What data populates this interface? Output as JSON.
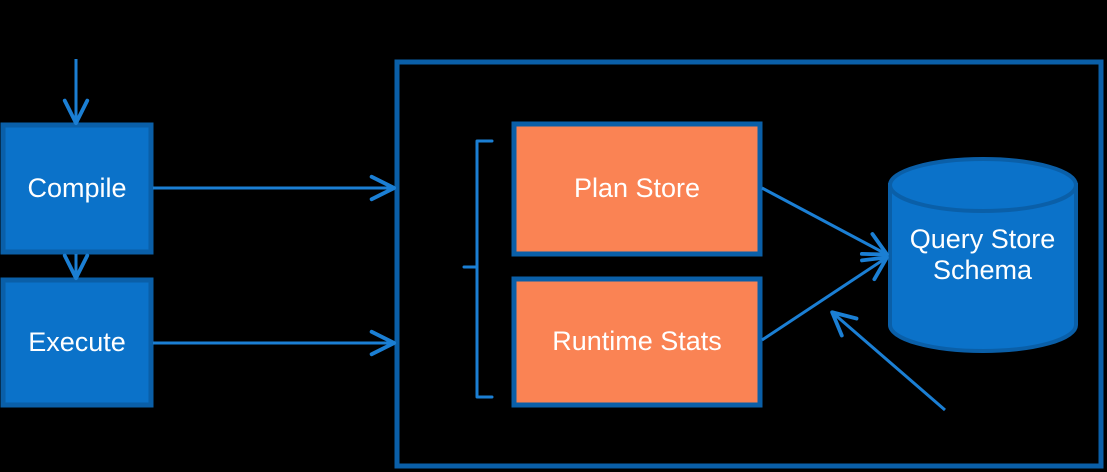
{
  "diagram": {
    "title": "Query Store architecture flow",
    "type": "flow-diagram",
    "colors": {
      "background": "#000000",
      "process_fill": "#0B72C9",
      "process_stroke": "#0A5FA8",
      "store_fill": "#FA8354",
      "store_stroke": "#0A5FA8",
      "connector": "#1B7FD4",
      "container_stroke": "#0A5FA8",
      "label_text": "#FFFFFF"
    },
    "nodes": {
      "compile": {
        "label": "Compile",
        "shape": "rectangle",
        "kind": "process"
      },
      "execute": {
        "label": "Execute",
        "shape": "rectangle",
        "kind": "process"
      },
      "plan_store": {
        "label": "Plan Store",
        "shape": "rectangle",
        "kind": "store"
      },
      "runtime_stats": {
        "label": "Runtime Stats",
        "shape": "rectangle",
        "kind": "store"
      },
      "query_store_schema": {
        "label": "Query Store Schema",
        "line1": "Query Store",
        "line2": "Schema",
        "shape": "cylinder",
        "kind": "database"
      }
    },
    "container": {
      "label": "",
      "shape": "rectangle-outline"
    },
    "bracket": {
      "label": "",
      "groups": [
        "Plan Store",
        "Runtime Stats"
      ]
    },
    "connectors": [
      {
        "from": "input",
        "to": "compile",
        "kind": "arrow",
        "direction": "down"
      },
      {
        "from": "compile",
        "to": "execute",
        "kind": "arrow",
        "direction": "down"
      },
      {
        "from": "compile",
        "to": "container",
        "kind": "arrow",
        "direction": "right"
      },
      {
        "from": "execute",
        "to": "container",
        "kind": "arrow",
        "direction": "right"
      },
      {
        "from": "plan_store",
        "to": "query_store_schema",
        "kind": "arrow",
        "direction": "right-down"
      },
      {
        "from": "runtime_stats",
        "to": "query_store_schema",
        "kind": "arrow",
        "direction": "right-up"
      },
      {
        "from": "external",
        "to": "query_store_schema",
        "kind": "arrow",
        "direction": "up-left"
      }
    ]
  }
}
